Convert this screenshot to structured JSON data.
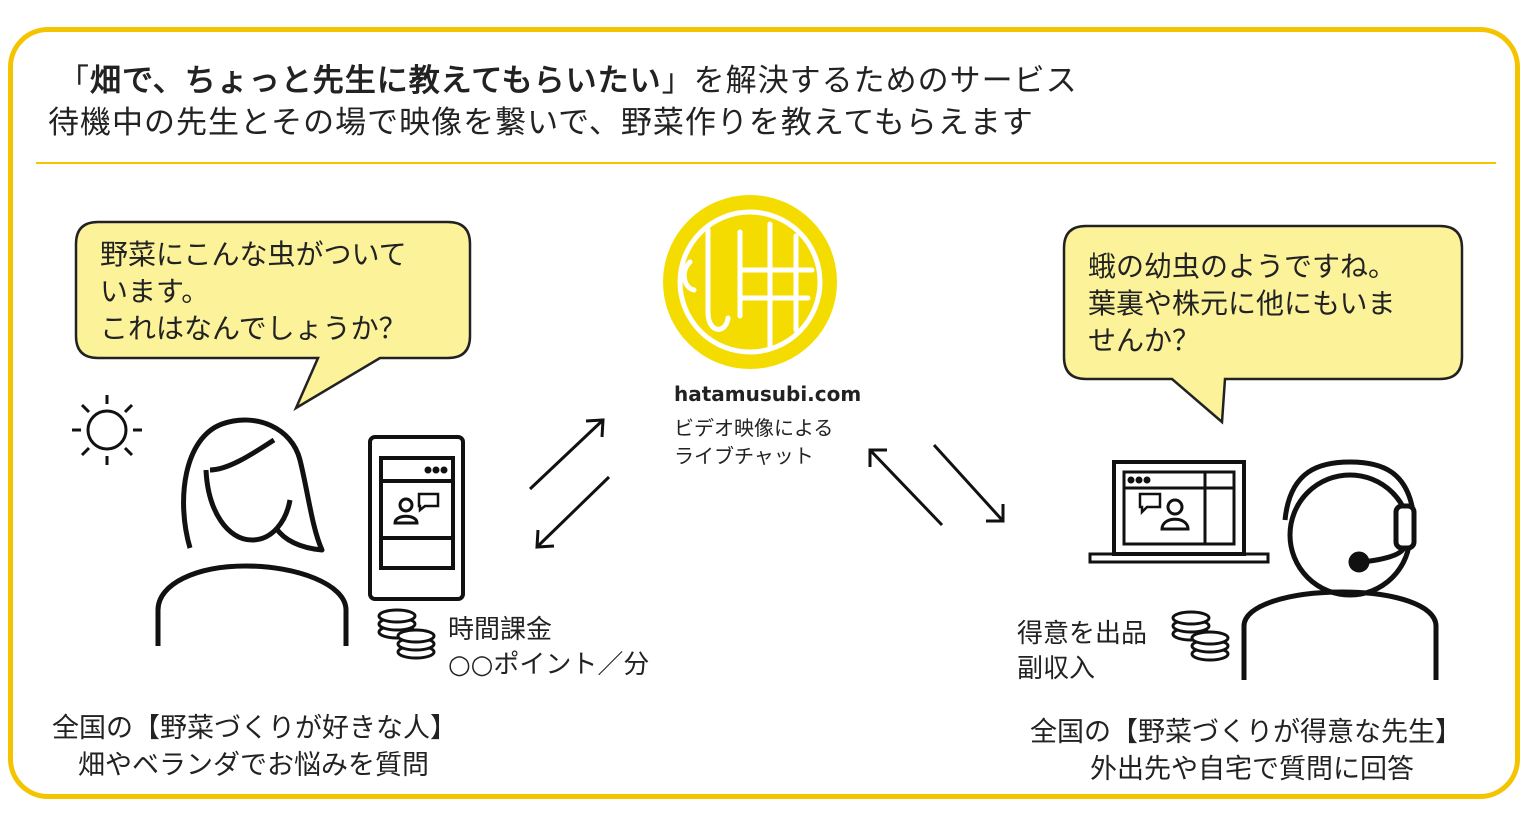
{
  "header": {
    "quote_open": "「",
    "quote_bold": "畑で、ちょっと先生に教えてもらいたい",
    "quote_close": "」を解決するためのサービス",
    "subtitle": "待機中の先生とその場で映像を繋いで、野菜作りを教えてもらえます"
  },
  "left_bubble": {
    "lines": [
      "野菜にこんな虫がついて",
      "います。",
      "これはなんでしょうか？"
    ]
  },
  "right_bubble": {
    "lines": [
      "蛾の幼虫のようですね。",
      "葉裏や株元に他にもいま",
      "せんか？"
    ]
  },
  "center": {
    "domain": "hatamusubi.com",
    "desc_lines": [
      "ビデオ映像による",
      "ライブチャット"
    ],
    "logo_color": "#f5dc00"
  },
  "left_fee": {
    "lines": [
      "時間課金",
      "○○ポイント／分"
    ]
  },
  "right_income": {
    "lines": [
      "得意を出品",
      "副収入"
    ]
  },
  "left_caption": {
    "lines": [
      "全国の【野菜づくりが好きな人】",
      "畑やベランダでお悩みを質問"
    ]
  },
  "right_caption": {
    "lines": [
      "全国の【野菜づくりが得意な先生】",
      "外出先や自宅で質問に回答"
    ]
  },
  "colors": {
    "frame": "#f5c400",
    "bubble_fill": "#fbf29a",
    "logo": "#f5dc00",
    "ink": "#111111"
  },
  "icons": [
    "sun-icon",
    "woman-icon",
    "smartphone-icon",
    "coins-icon",
    "arrows-icon",
    "headset-person-icon",
    "laptop-icon",
    "chat-icon",
    "field-logo-icon"
  ]
}
